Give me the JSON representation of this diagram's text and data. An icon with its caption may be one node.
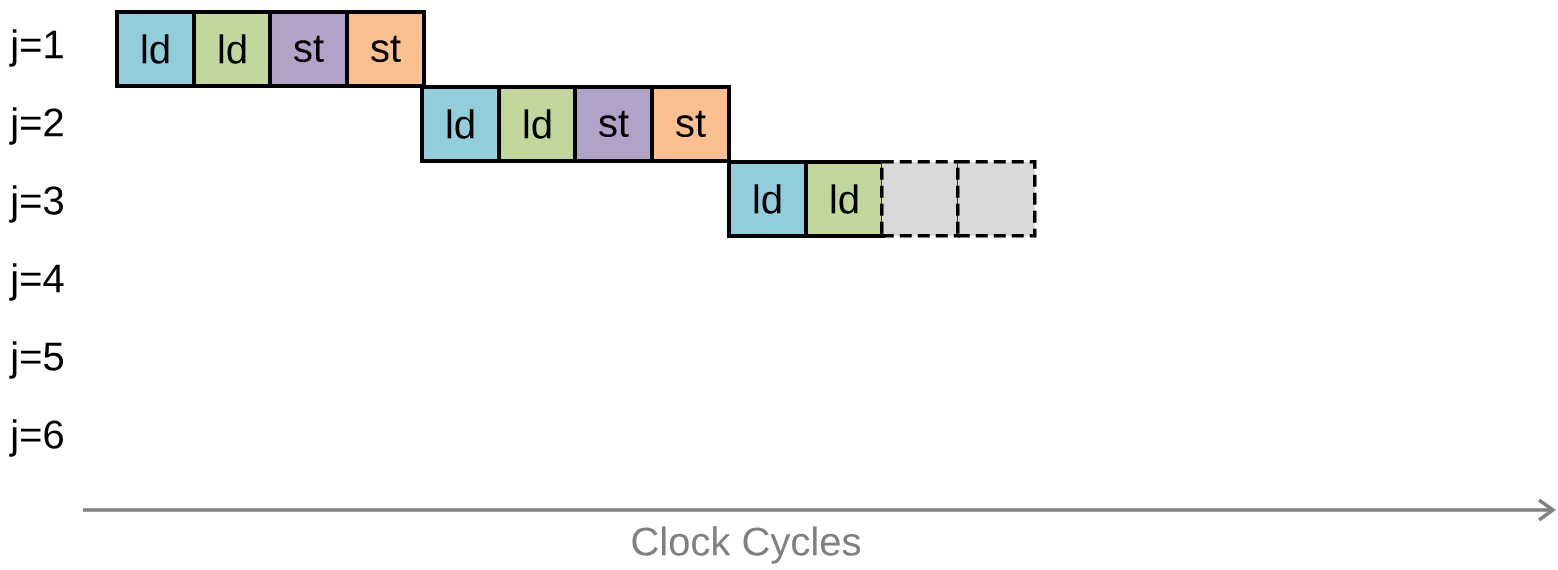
{
  "diagram": {
    "nodes": [
      {
        "text": [
          "ld"
        ]
      },
      {
        "text": [
          "ld"
        ]
      },
      {
        "text": [
          "st"
        ]
      },
      {
        "text": [
          "st"
        ]
      },
      {
        "text": [
          "ld"
        ]
      },
      {
        "text": [
          "ld"
        ]
      },
      {
        "text": [
          "st"
        ]
      },
      {
        "text": [
          "st"
        ]
      },
      {
        "text": [
          "ld"
        ]
      },
      {
        "text": [
          "ld"
        ]
      },
      {
        "text": [],
        "shape": "box"
      },
      {
        "text": [],
        "shape": "box"
      }
    ],
    "labels": [
      "j=1",
      "j=2",
      "j=3",
      "j=4",
      "j=5",
      "j=6",
      "Clock Cycles"
    ]
  }
}
